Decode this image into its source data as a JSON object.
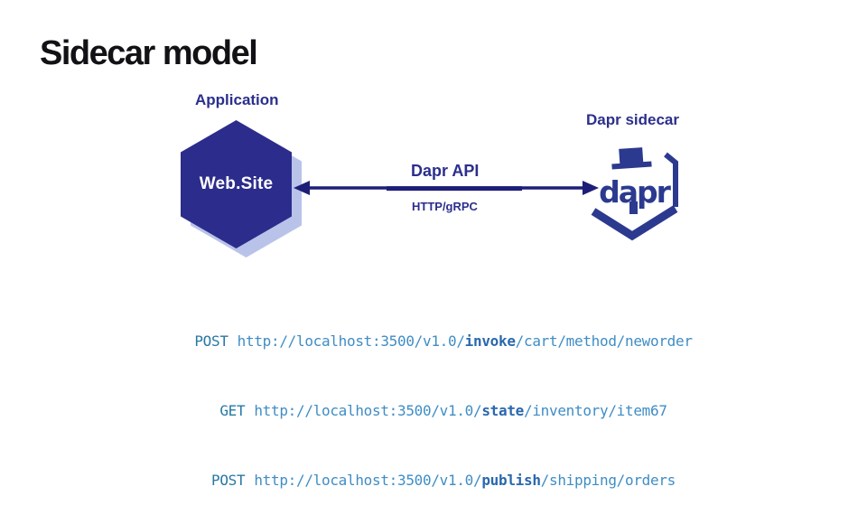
{
  "slide": {
    "title": "Sidecar model",
    "labels": {
      "application": "Application",
      "dapr_sidecar": "Dapr sidecar",
      "hexagon": "Web.Site",
      "arrow_top": "Dapr API",
      "arrow_bottom": "HTTP/gRPC"
    },
    "logo": {
      "text": "dapr"
    },
    "code_lines": [
      {
        "method": "POST",
        "prefix": "http://localhost:3500/v1.0/",
        "keyword": "invoke",
        "suffix": "/cart/method/neworder"
      },
      {
        "method": "GET",
        "prefix": "http://localhost:3500/v1.0/",
        "keyword": "state",
        "suffix": "/inventory/item67"
      },
      {
        "method": "POST",
        "prefix": "http://localhost:3500/v1.0/",
        "keyword": "publish",
        "suffix": "/shipping/orders"
      }
    ],
    "colors": {
      "title": "#121216",
      "navy_label": "#2b2f8c",
      "arrow": "#1e1e78",
      "hexagon_fill": "#2c2c8c",
      "hexagon_shadow": "#b9c3ea",
      "logo_navy": "#2b3a8f",
      "code_method": "#2878a5",
      "code_url": "#3f8dc5",
      "code_keyword": "#2a68ad"
    }
  }
}
